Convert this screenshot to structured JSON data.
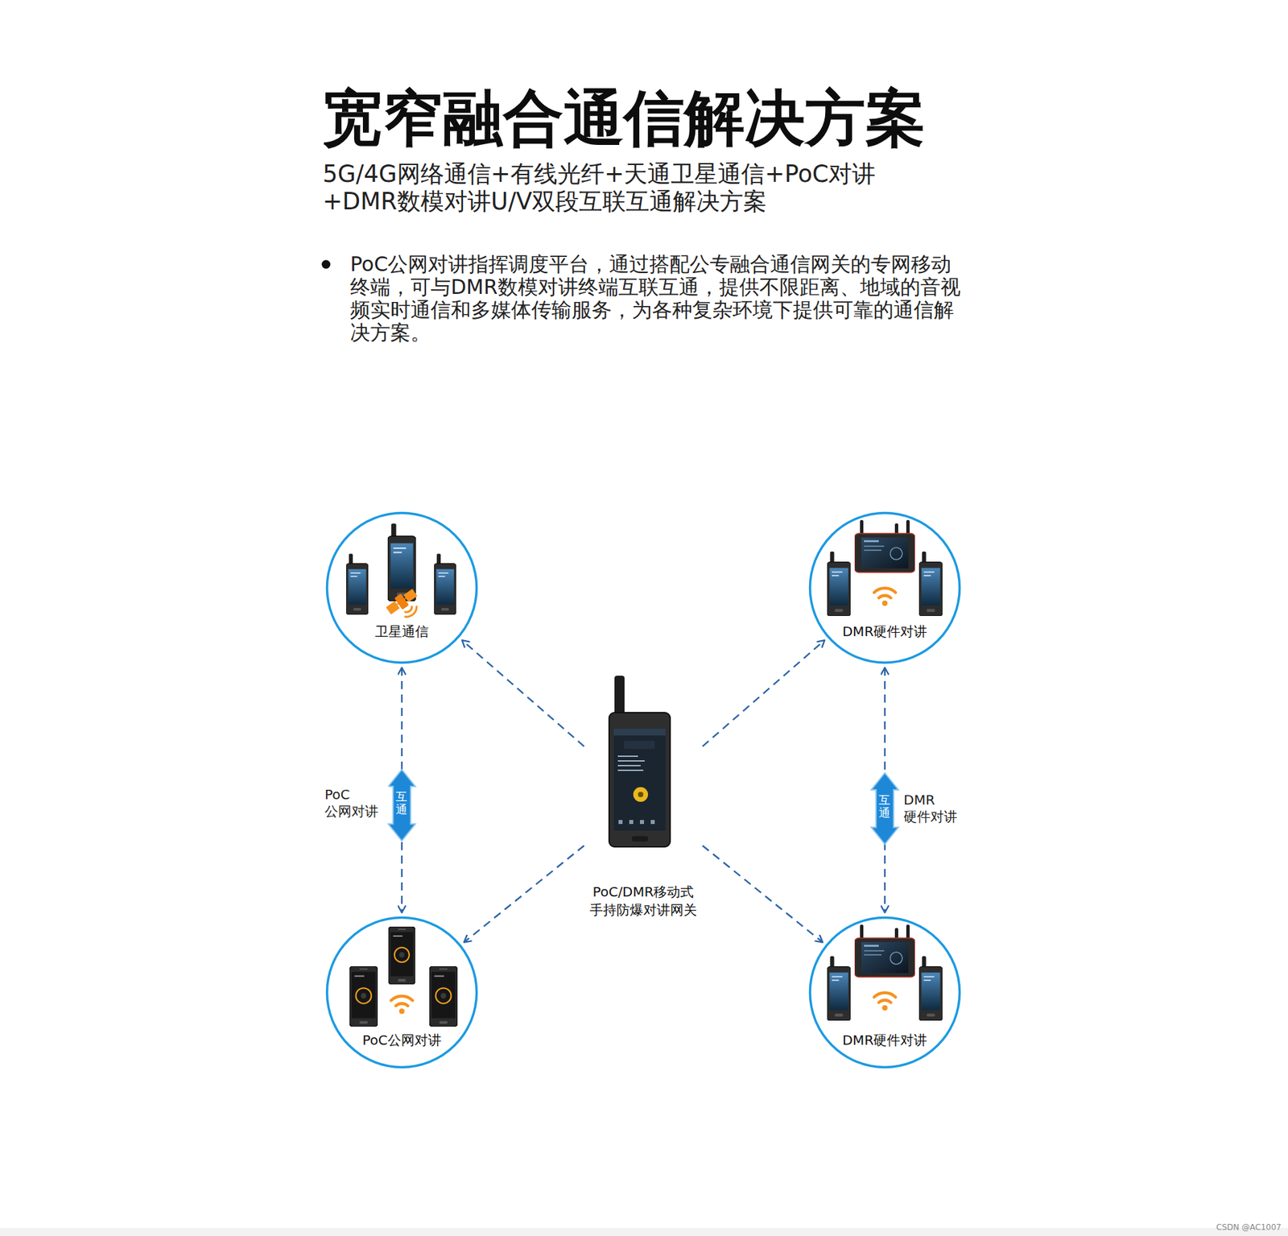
{
  "diagram": {
    "title": "宽窄融合通信解决方案",
    "nodes": [
      {
        "text": [
          "卫星通信"
        ]
      },
      {
        "text": [
          "DMR硬件对讲"
        ]
      },
      {
        "text": [
          "PoC/DMR移动式 手持防爆对讲网关"
        ]
      },
      {
        "text": [
          "PoC公网对讲"
        ]
      },
      {
        "text": [
          "DMR硬件对讲"
        ]
      }
    ],
    "edges": [
      {
        "from": 2,
        "to": 0,
        "arrow": "to"
      },
      {
        "from": 2,
        "to": 1,
        "arrow": "to"
      },
      {
        "from": 2,
        "to": 3,
        "arrow": "to"
      },
      {
        "from": 2,
        "to": 4,
        "arrow": "to"
      },
      {
        "from": 0,
        "to": 3,
        "arrow": "both",
        "label": "PoC 公网对讲"
      },
      {
        "from": 1,
        "to": 4,
        "arrow": "both",
        "label": "DMR 硬件对讲"
      }
    ],
    "labels": [
      "5G/4G网络通信+有线光纤+天通卫星通信+PoC对讲 +DMR数模对讲U/V双段互联互通解决方案",
      "PoC公网对讲指挥调度平台，通过搭配公专融合通信网关的专网移动终端，可与DMR数模对讲终端互联互通，提供不限距离、地域的音视频实时通信和多媒体传输服务，为各种复杂环境下提供可靠的通信解决方案。",
      "互通",
      "互通",
      "CSDN @AC1007"
    ]
  }
}
